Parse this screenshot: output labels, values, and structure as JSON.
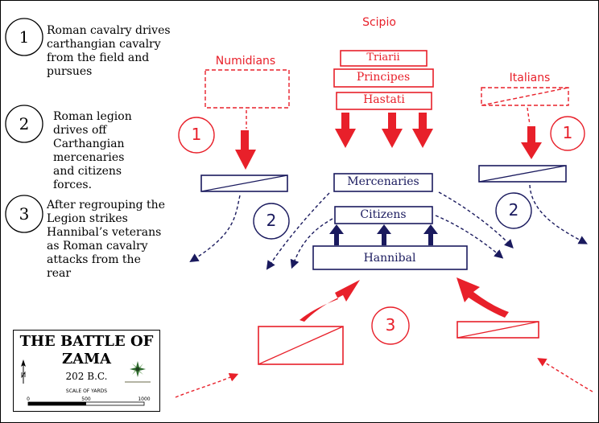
{
  "legend": [
    {
      "num": "1",
      "text": "Roman cavalry drives carthangian cavalry from the field and pursues"
    },
    {
      "num": "2",
      "text": "Roman legion drives off Carthangian mercenaries and citizens forces."
    },
    {
      "num": "3",
      "text": "After regrouping the Legion strikes Hannibal’s veterans as Roman cavalry attacks from the rear"
    }
  ],
  "labels": {
    "scipio": "Scipio",
    "triarii": "Triarii",
    "principes": "Principes",
    "hastati": "Hastati",
    "numidians": "Numidians",
    "italians": "Italians",
    "mercenaries": "Mercenaries",
    "citizens": "Citizens",
    "hannibal": "Hannibal"
  },
  "circles": {
    "left_1": "1",
    "right_1": "1",
    "left_2": "2",
    "right_2": "2",
    "center_3": "3"
  },
  "map_box": {
    "title_line1": "THE BATTLE OF",
    "title_line2": "ZAMA",
    "date": "202 B.C.",
    "scale_label": "SCALE OF YARDS",
    "scale_ticks": [
      "0",
      "500",
      "1000"
    ]
  },
  "colors": {
    "roman": "#e8202a",
    "carthage": "#1a1a5e",
    "legend_ink": "#000000"
  }
}
